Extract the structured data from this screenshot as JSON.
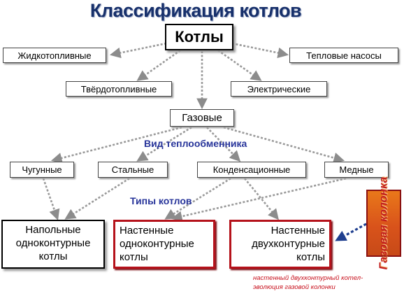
{
  "title": "Классификация котлов",
  "root": "Котлы",
  "fuel_types": {
    "liquid": "Жидкотопливные",
    "heat_pumps": "Тепловые насосы",
    "solid": "Твёрдотопливные",
    "electric": "Электрические",
    "gas": "Газовые"
  },
  "heat_exchanger_label": "Вид теплообменника",
  "heat_exchangers": [
    "Чугунные",
    "Стальные",
    "Конденсационные",
    "Медные"
  ],
  "boiler_types_label": "Типы котлов",
  "boiler_types": {
    "floor_single": "Напольные одноконтурные котлы",
    "wall_single": "Настенные одноконтурные котлы",
    "wall_double": "Настенные двухконтурные котлы"
  },
  "gas_column": "Газовая колонка",
  "note": "настенный двухконтурный котел-\nэволюция газовой колонки",
  "colors": {
    "title": "#17306b",
    "label": "#27349a",
    "highlight": "#b5121b",
    "arrow": "#999999",
    "arrow_dark": "#1f3f8f"
  }
}
